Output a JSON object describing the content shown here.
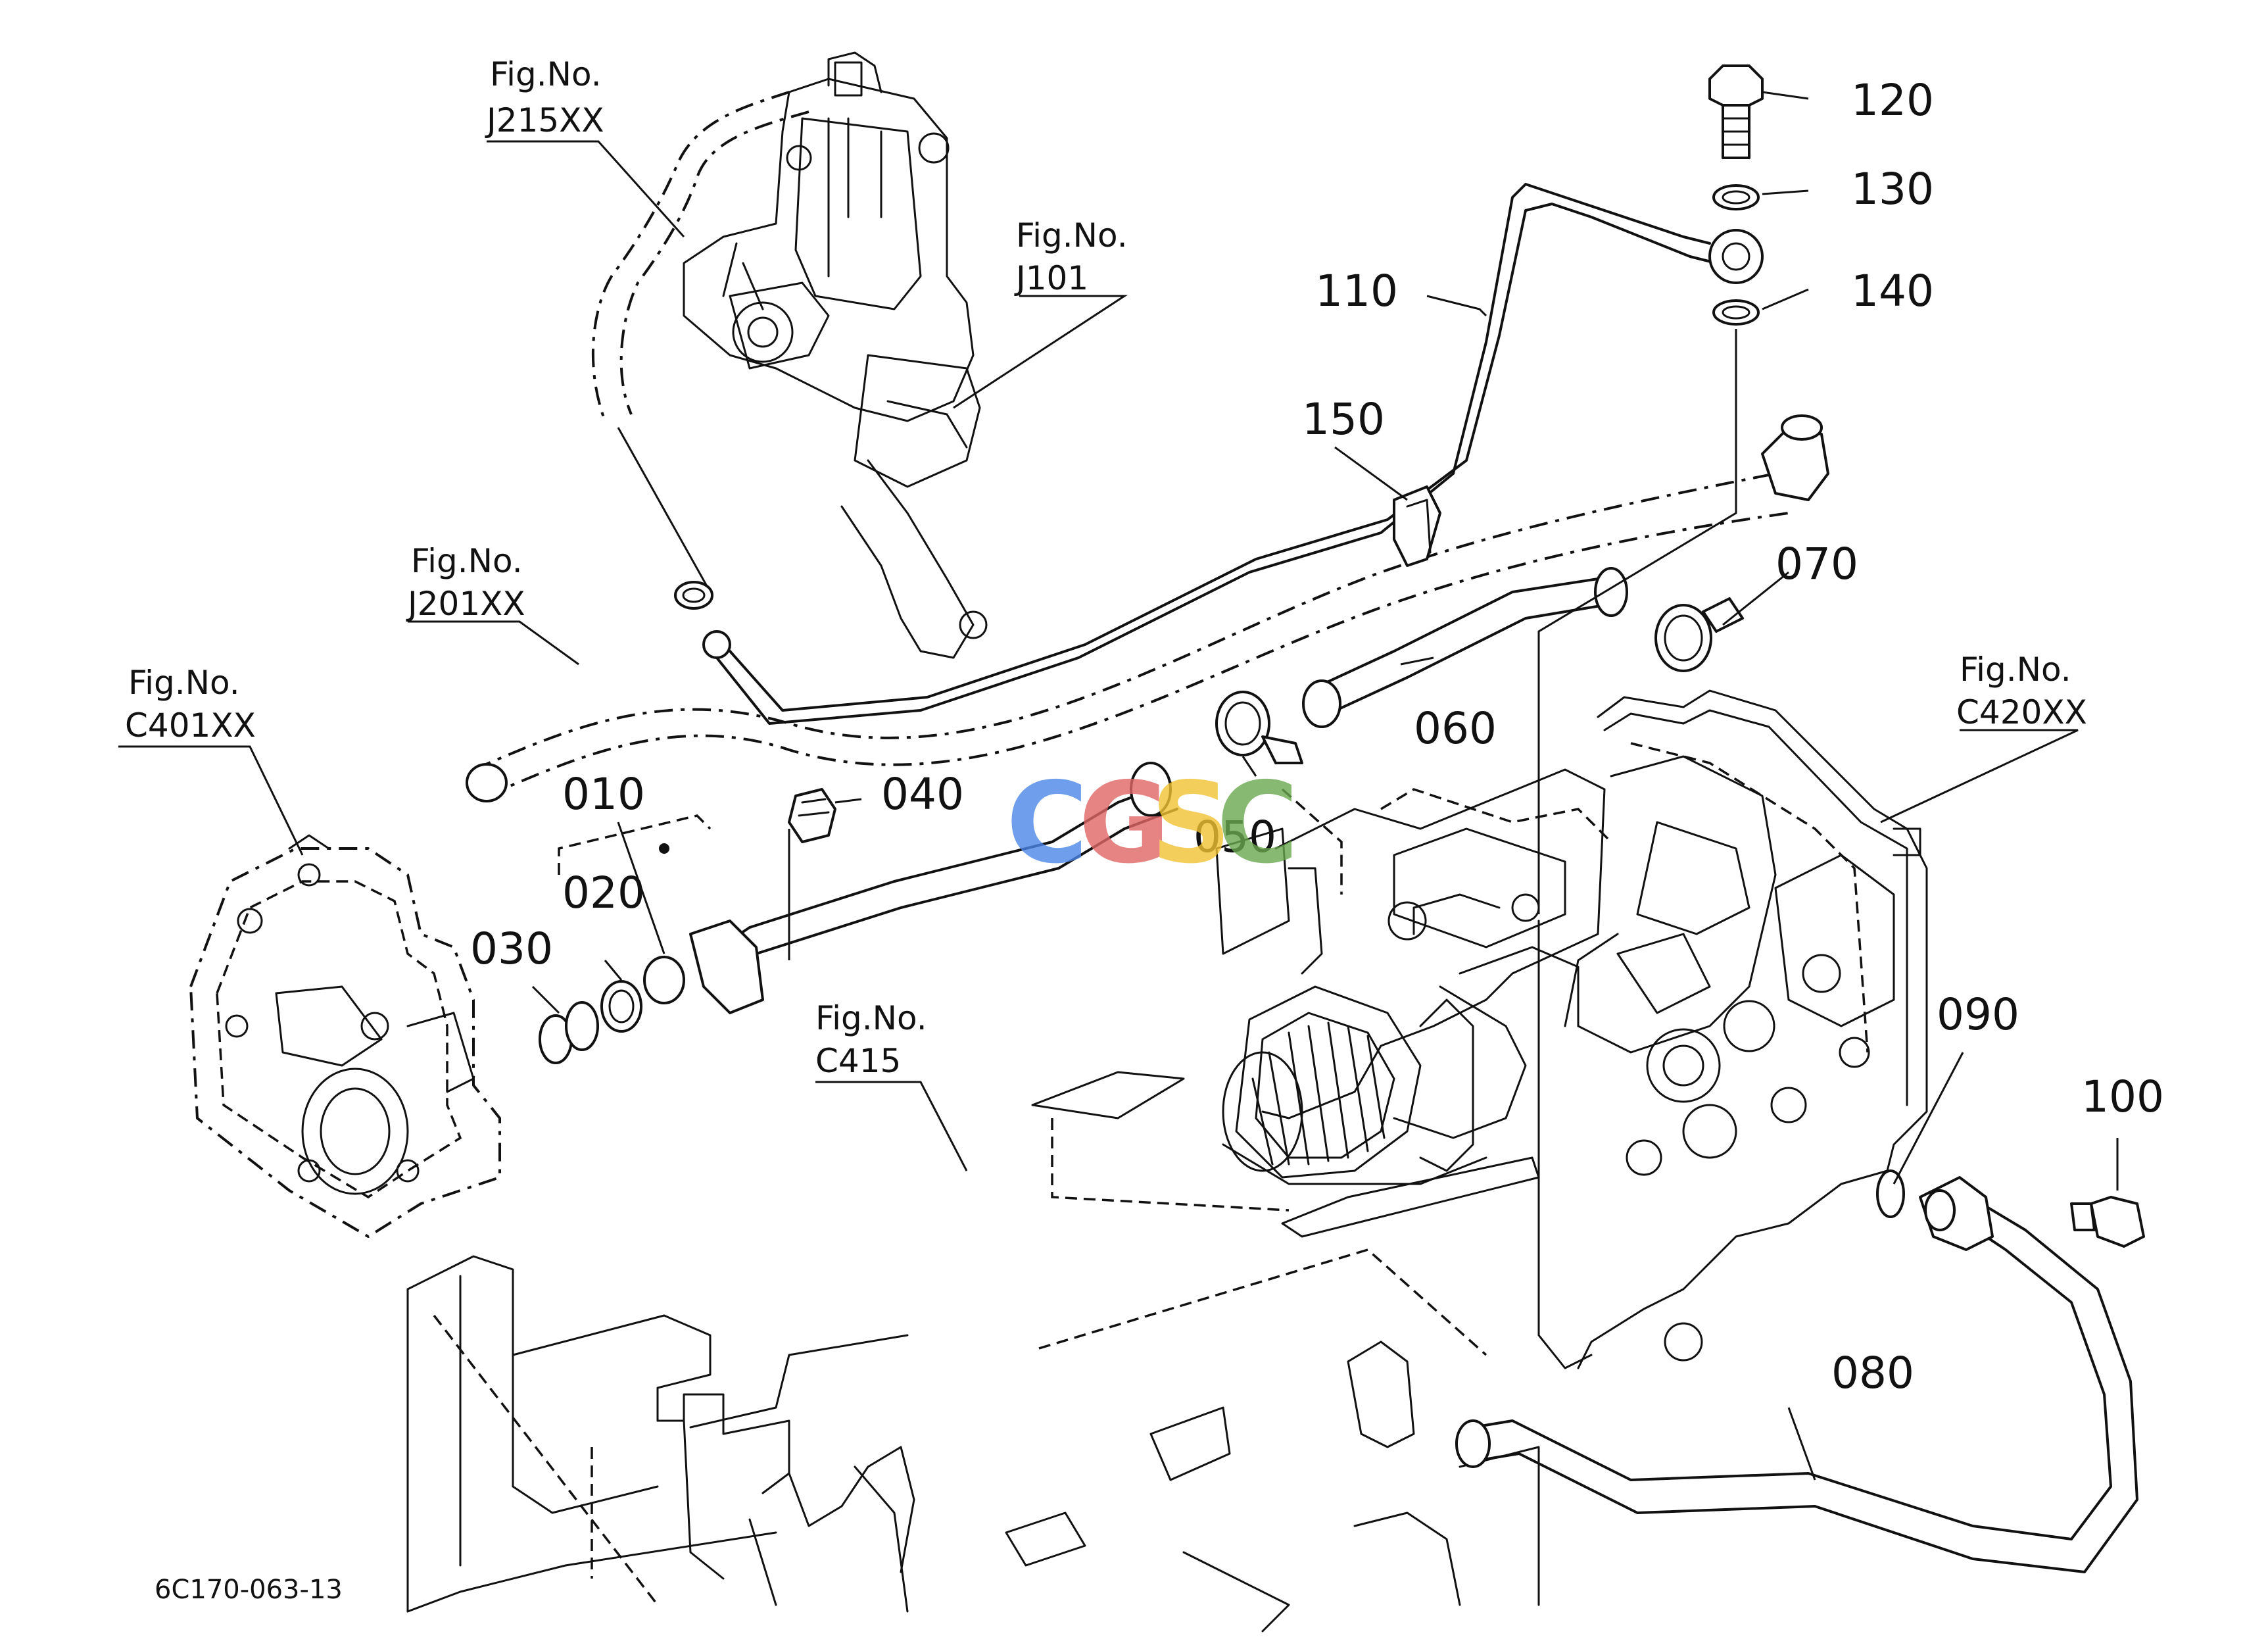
{
  "callouts": [
    {
      "id": "010",
      "label": "010"
    },
    {
      "id": "020",
      "label": "020"
    },
    {
      "id": "030",
      "label": "030"
    },
    {
      "id": "040",
      "label": "040"
    },
    {
      "id": "050",
      "label": "050"
    },
    {
      "id": "060",
      "label": "060"
    },
    {
      "id": "070",
      "label": "070"
    },
    {
      "id": "080",
      "label": "080"
    },
    {
      "id": "090",
      "label": "090"
    },
    {
      "id": "100",
      "label": "100"
    },
    {
      "id": "110",
      "label": "110"
    },
    {
      "id": "120",
      "label": "120"
    },
    {
      "id": "130",
      "label": "130"
    },
    {
      "id": "140",
      "label": "140"
    },
    {
      "id": "150",
      "label": "150"
    }
  ],
  "figure_refs": [
    {
      "id": "j215",
      "line1": "Fig.No.",
      "line2": "J215XX"
    },
    {
      "id": "j101",
      "line1": "Fig.No.",
      "line2": "J101"
    },
    {
      "id": "j201",
      "line1": "Fig.No.",
      "line2": "J201XX"
    },
    {
      "id": "c401",
      "line1": "Fig.No.",
      "line2": "C401XX"
    },
    {
      "id": "c415",
      "line1": "Fig.No.",
      "line2": "C415"
    },
    {
      "id": "c420",
      "line1": "Fig.No.",
      "line2": "C420XX"
    }
  ],
  "watermark": {
    "letters": [
      "C",
      "G",
      "S",
      "C"
    ],
    "colors": [
      "#4a86e8",
      "#e06666",
      "#f1c232",
      "#6aa84f"
    ]
  },
  "drawing_number": "6C170-063-13"
}
